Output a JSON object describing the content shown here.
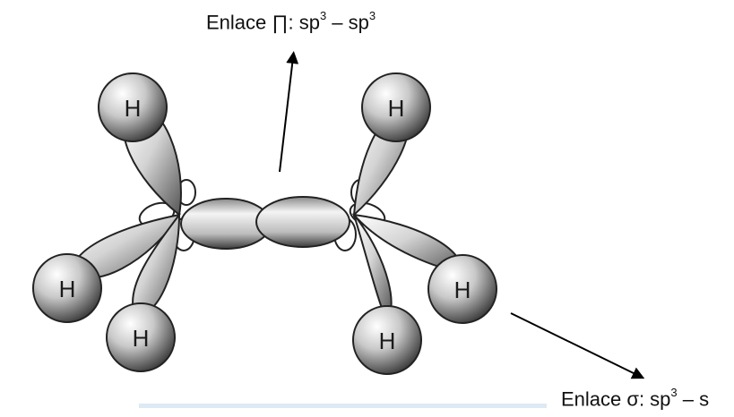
{
  "labels": {
    "pi_bond": {
      "prefix": "Enlace ∏: sp",
      "sup1": "3",
      "mid": " – sp",
      "sup2": "3"
    },
    "sigma_bond": {
      "prefix": "Enlace σ: sp",
      "sup1": "3",
      "mid": " – s"
    }
  },
  "atoms": {
    "h_symbol": "H"
  }
}
